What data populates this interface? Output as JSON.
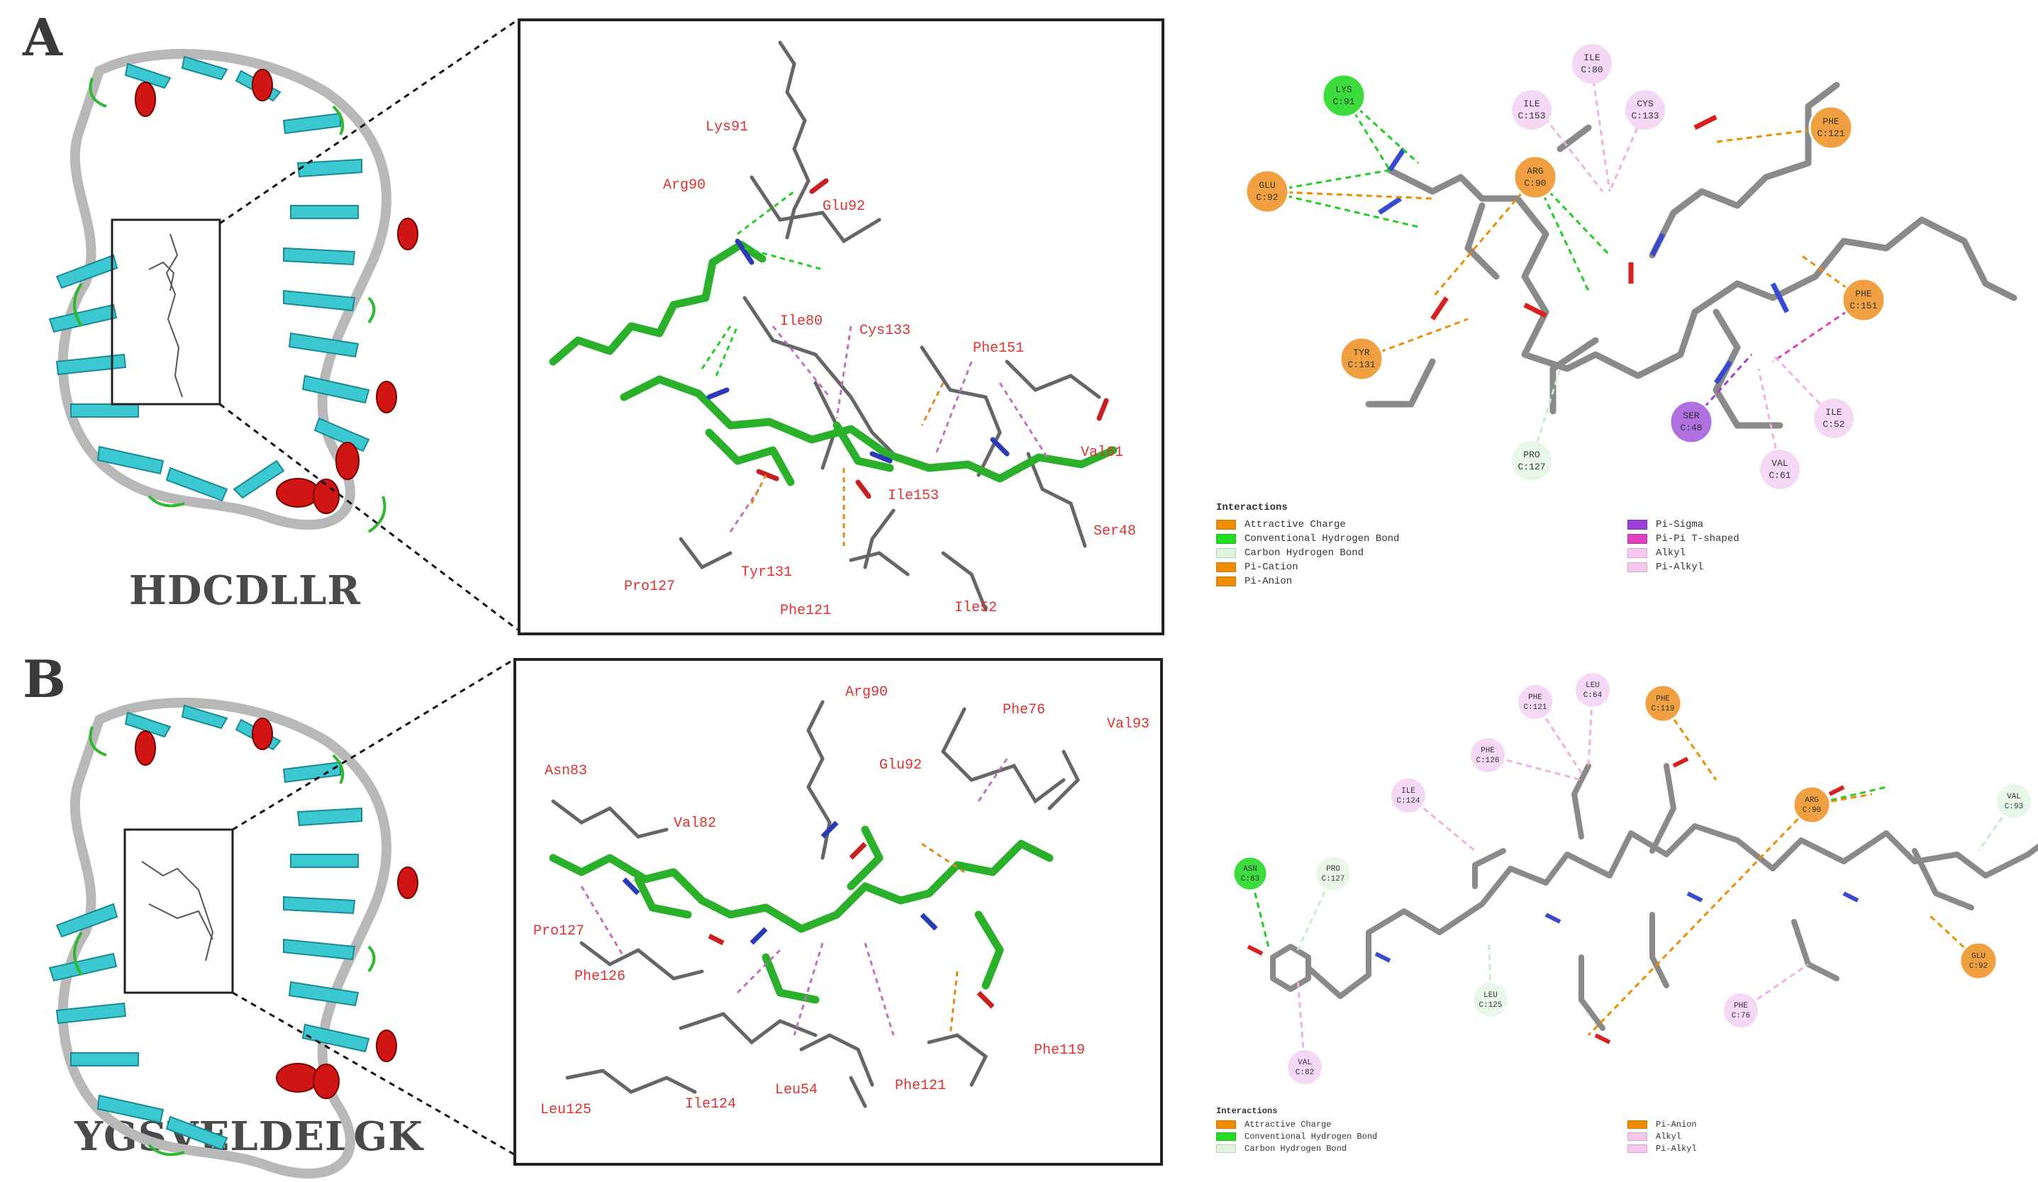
{
  "panels": [
    {
      "letter": "A",
      "peptide": "HDCDLLR",
      "residue_labels_3d": [
        "Lys91",
        "Arg90",
        "Glu92",
        "Ile80",
        "Cys133",
        "Phe151",
        "Val61",
        "Ile153",
        "Ser48",
        "Pro127",
        "Tyr131",
        "Phe121",
        "Ile52"
      ],
      "interaction_nodes": [
        {
          "code": "LYS",
          "pos": "C:91",
          "type": "Conventional Hydrogen Bond",
          "color": "#3ddc3d"
        },
        {
          "code": "GLU",
          "pos": "C:92",
          "type": "Attractive Charge",
          "color": "#f0a040"
        },
        {
          "code": "ILE",
          "pos": "C:80",
          "type": "Alkyl",
          "color": "#f3d3f3"
        },
        {
          "code": "ILE",
          "pos": "C:153",
          "type": "Alkyl",
          "color": "#f3d3f3"
        },
        {
          "code": "CYS",
          "pos": "C:133",
          "type": "Alkyl",
          "color": "#f3d3f3"
        },
        {
          "code": "ARG",
          "pos": "C:90",
          "type": "Attractive Charge",
          "color": "#f0a040"
        },
        {
          "code": "PHE",
          "pos": "C:121",
          "type": "Pi-Anion",
          "color": "#f0a040"
        },
        {
          "code": "PHE",
          "pos": "C:151",
          "type": "Pi-Cation",
          "color": "#f0a040"
        },
        {
          "code": "TYR",
          "pos": "C:131",
          "type": "Pi-Anion",
          "color": "#f0a040"
        },
        {
          "code": "SER",
          "pos": "C:48",
          "type": "Pi-Sigma",
          "color": "#b070e0"
        },
        {
          "code": "ILE",
          "pos": "C:52",
          "type": "Pi-Alkyl",
          "color": "#f3d3f3"
        },
        {
          "code": "PRO",
          "pos": "C:127",
          "type": "Carbon Hydrogen Bond",
          "color": "#e0f5e0"
        },
        {
          "code": "VAL",
          "pos": "C:61",
          "type": "Pi-Alkyl",
          "color": "#f3d3f3"
        }
      ],
      "legend": {
        "title": "Interactions",
        "items": [
          {
            "label": "Attractive Charge",
            "color": "#f08c00"
          },
          {
            "label": "Conventional Hydrogen Bond",
            "color": "#22dd22"
          },
          {
            "label": "Carbon Hydrogen Bond",
            "color": "#ddf5dd"
          },
          {
            "label": "Pi-Cation",
            "color": "#f08c00"
          },
          {
            "label": "Pi-Anion",
            "color": "#f08c00"
          },
          {
            "label": "Pi-Sigma",
            "color": "#9a40d8"
          },
          {
            "label": "Pi-Pi T-shaped",
            "color": "#e040c0"
          },
          {
            "label": "Alkyl",
            "color": "#f5c8f0"
          },
          {
            "label": "Pi-Alkyl",
            "color": "#f5c8f0"
          }
        ]
      }
    },
    {
      "letter": "B",
      "peptide": "YGSVELDELGK",
      "residue_labels_3d": [
        "Arg90",
        "Phe76",
        "Val93",
        "Asn83",
        "Glu92",
        "Val82",
        "Pro127",
        "Phe126",
        "Leu125",
        "Ile124",
        "Leu54",
        "Phe121",
        "Phe119"
      ],
      "interaction_nodes": [
        {
          "code": "LEU",
          "pos": "C:64",
          "type": "Alkyl",
          "color": "#f3d3f3"
        },
        {
          "code": "PHE",
          "pos": "C:121",
          "type": "Pi-Alkyl",
          "color": "#f3d3f3"
        },
        {
          "code": "PHE",
          "pos": "C:119",
          "type": "Pi-Anion",
          "color": "#f0a040"
        },
        {
          "code": "PHE",
          "pos": "C:126",
          "type": "Pi-Alkyl",
          "color": "#f3d3f3"
        },
        {
          "code": "ILE",
          "pos": "C:124",
          "type": "Alkyl",
          "color": "#f3d3f3"
        },
        {
          "code": "ARG",
          "pos": "C:90",
          "type": "Attractive Charge",
          "color": "#f0a040"
        },
        {
          "code": "VAL",
          "pos": "C:93",
          "type": "Carbon Hydrogen Bond",
          "color": "#e0f5e0"
        },
        {
          "code": "ASN",
          "pos": "C:83",
          "type": "Conventional Hydrogen Bond",
          "color": "#3ddc3d"
        },
        {
          "code": "PRO",
          "pos": "C:127",
          "type": "Carbon Hydrogen Bond",
          "color": "#e0f5e0"
        },
        {
          "code": "LEU",
          "pos": "C:125",
          "type": "Carbon Hydrogen Bond",
          "color": "#e0f5e0"
        },
        {
          "code": "GLU",
          "pos": "C:92",
          "type": "Attractive Charge",
          "color": "#f0a040"
        },
        {
          "code": "PHE",
          "pos": "C:76",
          "type": "Pi-Alkyl",
          "color": "#f3d3f3"
        },
        {
          "code": "VAL",
          "pos": "C:82",
          "type": "Alkyl",
          "color": "#f3d3f3"
        }
      ],
      "legend": {
        "title": "Interactions",
        "items": [
          {
            "label": "Attractive Charge",
            "color": "#f08c00"
          },
          {
            "label": "Conventional Hydrogen Bond",
            "color": "#22dd22"
          },
          {
            "label": "Carbon Hydrogen Bond",
            "color": "#ddf5dd"
          },
          {
            "label": "Pi-Anion",
            "color": "#f08c00"
          },
          {
            "label": "Alkyl",
            "color": "#f5c8f0"
          },
          {
            "label": "Pi-Alkyl",
            "color": "#f5c8f0"
          }
        ]
      }
    }
  ]
}
